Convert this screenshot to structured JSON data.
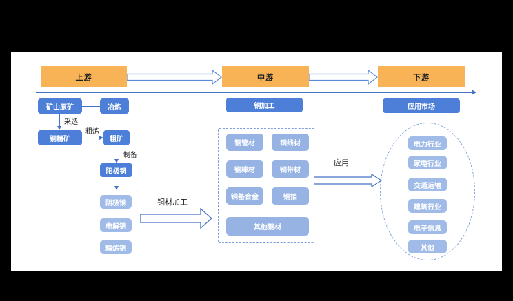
{
  "palette": {
    "stage_orange": "#F9B357",
    "solid_blue": "#4D7FD8",
    "light_blue": "#A0BBE8",
    "mid_blue": "#97B3E4",
    "line_blue": "#4472C4",
    "dash_blue": "#7DA0DD",
    "background": "#000000",
    "canvas": "#FFFFFF"
  },
  "top": {
    "stages": [
      "上游",
      "中游",
      "下游"
    ]
  },
  "upstream": {
    "mine_ore": "矿山原矿",
    "smelting": "冶炼",
    "label_mining": "采选",
    "concentrate": "铜精矿",
    "label_crude_smelting": "粗炼",
    "crude_ore": "粗矿",
    "label_preparation": "制备",
    "anode_copper": "阳极铜",
    "refined_products": [
      "阴极铜",
      "电解铜",
      "精炼铜"
    ]
  },
  "midstream": {
    "header": "铜加工",
    "label_processing": "铜材加工",
    "products": [
      "铜管材",
      "铜线材",
      "铜棒材",
      "铜带材",
      "铜基合金",
      "铜箔"
    ],
    "other_product": "其他铜材"
  },
  "downstream": {
    "header": "应用市场",
    "label_application": "应用",
    "industries": [
      "电力行业",
      "家电行业",
      "交通运输",
      "建筑行业",
      "电子信息",
      "其他"
    ]
  }
}
